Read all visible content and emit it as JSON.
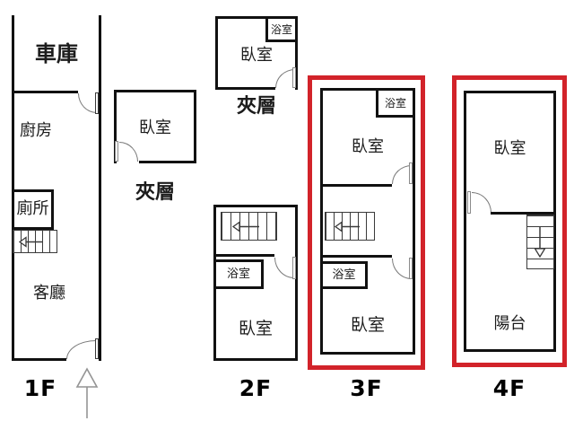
{
  "title": "townhouse floor plan 1F-4F",
  "colors": {
    "highlight_red": "#d2232a",
    "wall_black": "#111111"
  },
  "floor_1f": {
    "floor_label": "1F",
    "garage": "車庫",
    "kitchen": "廚房",
    "toilet": "廁所",
    "living_room": "客廳"
  },
  "mezzanine_1": {
    "bedroom": "臥室",
    "floor_label": "夾層"
  },
  "mezzanine_2": {
    "bedroom": "臥室",
    "bathroom": "浴室",
    "floor_label": "夾層"
  },
  "floor_2f": {
    "floor_label": "2F",
    "bathroom": "浴室",
    "bedroom": "臥室"
  },
  "floor_3f": {
    "floor_label": "3F",
    "bathroom_upper": "浴室",
    "bedroom_upper": "臥室",
    "bathroom_lower": "浴室",
    "bedroom_lower": "臥室"
  },
  "floor_4f": {
    "floor_label": "4F",
    "bedroom": "臥室",
    "balcony": "陽台"
  }
}
